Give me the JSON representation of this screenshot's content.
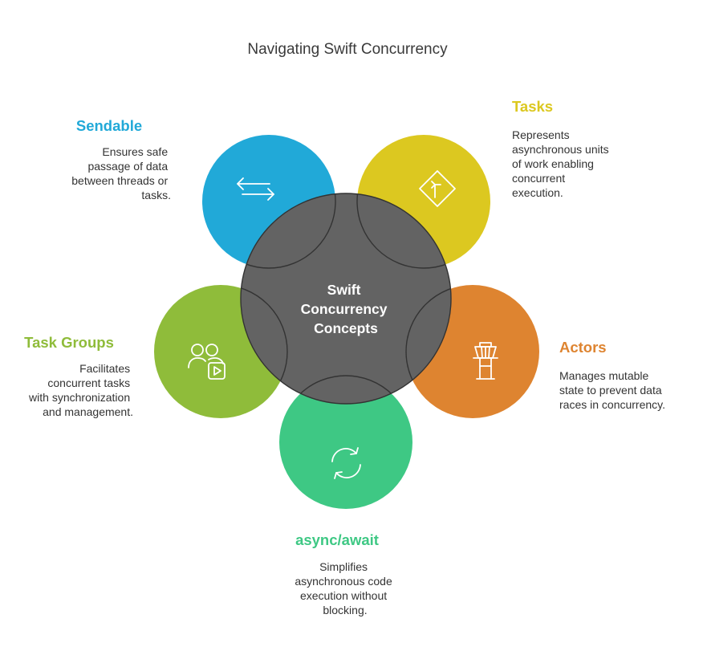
{
  "title": "Navigating Swift Concurrency",
  "center": {
    "label_lines": [
      "Swift",
      "Concurrency",
      "Concepts"
    ],
    "color": "#636363"
  },
  "concepts": [
    {
      "id": "sendable",
      "heading": "Sendable",
      "description_lines": [
        "Ensures safe",
        "passage of data",
        "between threads or",
        "tasks."
      ],
      "color": "#21a9d8",
      "icon": "arrows-exchange-icon"
    },
    {
      "id": "tasks",
      "heading": "Tasks",
      "description_lines": [
        "Represents",
        "asynchronous units",
        "of work enabling",
        "concurrent",
        "execution."
      ],
      "color": "#dcc820",
      "icon": "diamond-turn-sign-icon"
    },
    {
      "id": "actors",
      "heading": "Actors",
      "description_lines": [
        "Manages mutable",
        "state to prevent data",
        "races in concurrency."
      ],
      "color": "#de8430",
      "icon": "control-tower-icon"
    },
    {
      "id": "async-await",
      "heading": "async/await",
      "description_lines": [
        "Simplifies",
        "asynchronous code",
        "execution without",
        "blocking."
      ],
      "color": "#3ec884",
      "icon": "refresh-cycle-icon"
    },
    {
      "id": "task-groups",
      "heading": "Task Groups",
      "description_lines": [
        "Facilitates",
        "concurrent tasks",
        "with synchronization",
        "and management."
      ],
      "color": "#8fbc3a",
      "icon": "users-play-icon"
    }
  ]
}
